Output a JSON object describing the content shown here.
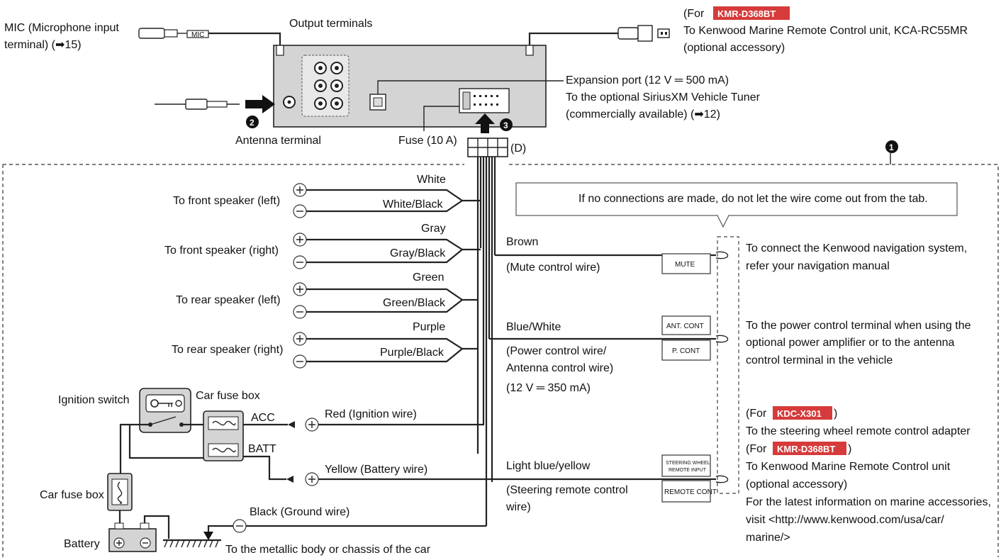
{
  "labels": {
    "mic_line1": "MIC (Microphone input",
    "mic_line2": "terminal) (➡15)",
    "mic_plug": "MIC",
    "output_terminals": "Output terminals",
    "antenna_terminal": "Antenna terminal",
    "fuse": "Fuse (10 A)",
    "connector_d": "(D)",
    "marine_for": "(For ",
    "marine_model": "KMR-D368BT",
    "marine_line1": "To Kenwood Marine Remote Control unit, KCA-RC55MR",
    "marine_line2": "(optional accessory)",
    "exp_line1": "Expansion port (12 V ═ 500 mA)",
    "exp_line2": "To the optional SiriusXM Vehicle Tuner",
    "exp_line3": "(commercially available) (➡12)",
    "num1": "1",
    "num2": "2",
    "num3": "3",
    "tab_note": "If no connections are made, do not let the wire come out from the tab."
  },
  "speakers": [
    {
      "label": "To front speaker (left)",
      "pos": "White",
      "neg": "White/Black"
    },
    {
      "label": "To front speaker (right)",
      "pos": "Gray",
      "neg": "Gray/Black"
    },
    {
      "label": "To rear speaker (left)",
      "pos": "Green",
      "neg": "Green/Black"
    },
    {
      "label": "To rear speaker (right)",
      "pos": "Purple",
      "neg": "Purple/Black"
    }
  ],
  "power": {
    "ignition_switch": "Ignition switch",
    "car_fuse_box": "Car fuse box",
    "car_fuse_box2": "Car fuse box",
    "acc": "ACC",
    "batt": "BATT",
    "red_wire": "Red (Ignition wire)",
    "yellow_wire": "Yellow (Battery wire)",
    "black_wire": "Black (Ground wire)",
    "battery": "Battery",
    "chassis": "To the metallic body or chassis of the car"
  },
  "controls": {
    "brown": "Brown",
    "mute_desc": "(Mute control wire)",
    "mute_tab": "MUTE",
    "mute_target1": "To connect the Kenwood navigation system,",
    "mute_target2": "refer your navigation manual",
    "blue_white": "Blue/White",
    "pcont_desc1": "(Power control wire/",
    "pcont_desc2": "Antenna control wire)",
    "pcont_desc3": "(12 V ═ 350 mA)",
    "ant_tab": "ANT. CONT",
    "p_tab": "P. CONT",
    "pcont_target1": "To the power control terminal when using the",
    "pcont_target2": "optional power amplifier or to the antenna",
    "pcont_target3": "control terminal in the vehicle",
    "lightblue": "Light blue/yellow",
    "steer_desc1": "(Steering remote control",
    "steer_desc2": "wire)",
    "steer_tab1": "STEERING WHEEL",
    "steer_tab2": "REMOTE INPUT",
    "remote_tab": "REMOTE CONT",
    "for_open": "(For ",
    "kdc_model": "KDC-X301",
    "for_close": ")",
    "steer_target1": "To the steering wheel remote control adapter",
    "for_open2": "(For ",
    "kmr_model": "KMR-D368BT",
    "for_close2": ")",
    "marine_t1": "To Kenwood Marine Remote Control unit",
    "marine_t2": "(optional accessory)",
    "marine_t3": "For the latest information on marine accessories,",
    "marine_t4": "visit <http://www.kenwood.com/usa/car/",
    "marine_t5": "marine/>"
  },
  "colors": {
    "highlight": "#d63a3a",
    "unit_fill": "#d4d4d4"
  }
}
